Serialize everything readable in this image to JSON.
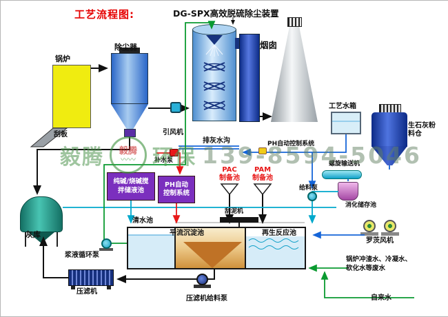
{
  "title": "工艺流程图:",
  "device_title": "DG-SPX高效脱硫除尘装置",
  "watermark": {
    "company_left": "毅腾",
    "company_right": "环保",
    "phone": "139-8594-5046",
    "logo_text": "毅腾",
    "logo_wave": "〰〰"
  },
  "colors": {
    "title_red": "#e60000",
    "boiler_yellow": "#f0ec10",
    "purple_box": "#7b2fbe",
    "pipe_blue": "#1565d8",
    "pipe_green": "#0a9a30",
    "pipe_cyan": "#00a8cc",
    "pipe_red": "#e81818",
    "watermark_green": "#6aa86a"
  },
  "equipment": {
    "boiler": "锅炉",
    "scraper": "刮板",
    "dust_collector": "除尘器",
    "induced_draft_fan": "引风机",
    "chimney": "烟囱",
    "ash_drain": "排灰水沟",
    "ph_control_top": "PH自动控制系统",
    "process_water_tank": "工艺水箱",
    "lime_silo": "生石灰粉\n料仓",
    "screw_conveyor": "螺旋输送机",
    "makeup_pump": "补水泵",
    "soda_mix_tank": "纯碱/烧碱搅\n拌储液池",
    "ph_control_box": "PH自动\n控制系统",
    "pac_tank": "PAC\n制备池",
    "pam_tank": "PAM\n制备池",
    "feed_pump": "给料泵",
    "digestion_tank": "消化储存池",
    "ash_storage": "灰库",
    "clear_water_tank": "清水池",
    "sedimentation_tank": "平流沉淀池",
    "mud_scraper": "刮泥机",
    "regeneration_tank": "再生反应池",
    "roots_blower": "罗茨风机",
    "slurry_pump": "浆液循环泵",
    "filter_press": "压滤机",
    "filter_press_feed_pump": "压滤机给料泵",
    "wastewater_note": "锅炉冲渣水、冷凝水、\n软化水等废水",
    "tap_water": "自来水"
  }
}
